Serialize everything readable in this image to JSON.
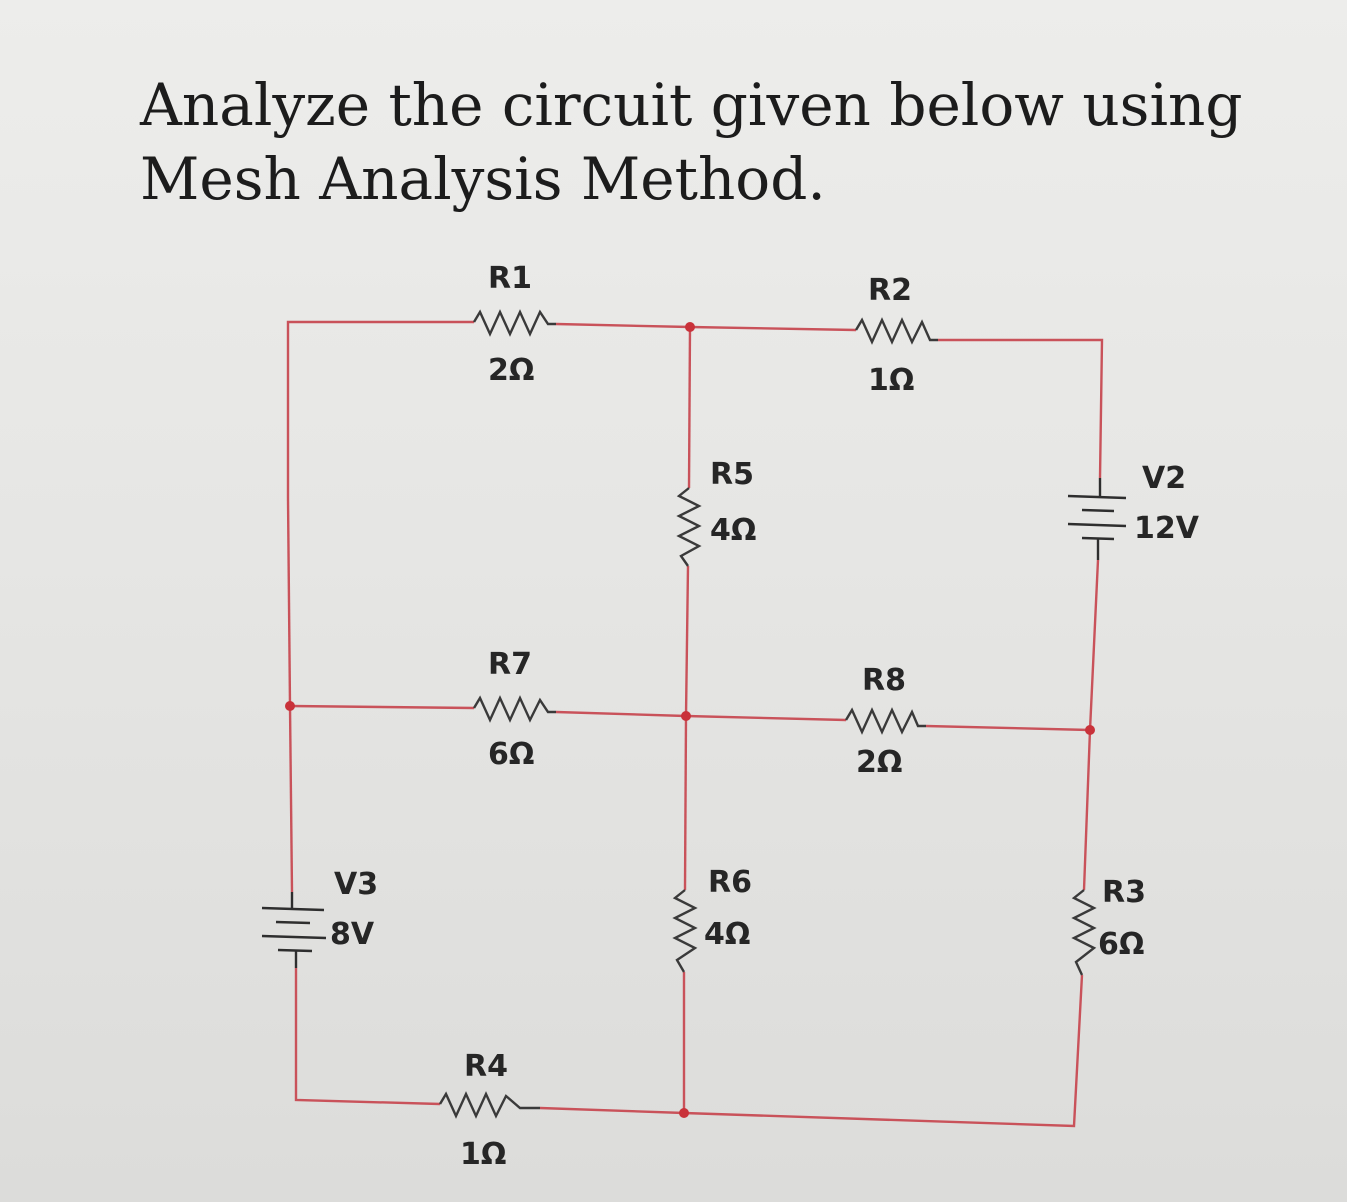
{
  "question": {
    "text": "Analyze the circuit given below using Mesh Analysis Method."
  },
  "circuit": {
    "components": [
      {
        "id": "R1",
        "name": "R1",
        "value": "2Ω"
      },
      {
        "id": "R2",
        "name": "R2",
        "value": "1Ω"
      },
      {
        "id": "R3",
        "name": "R3",
        "value": "6Ω"
      },
      {
        "id": "R4",
        "name": "R4",
        "value": "1Ω"
      },
      {
        "id": "R5",
        "name": "R5",
        "value": "4Ω"
      },
      {
        "id": "R6",
        "name": "R6",
        "value": "4Ω"
      },
      {
        "id": "R7",
        "name": "R7",
        "value": "6Ω"
      },
      {
        "id": "R8",
        "name": "R8",
        "value": "2Ω"
      },
      {
        "id": "V2",
        "name": "V2",
        "value": "12V"
      },
      {
        "id": "V3",
        "name": "V3",
        "value": "8V"
      }
    ],
    "colors": {
      "wire": "#c9525a",
      "node": "#c9323a",
      "component": "#3a3a3a"
    }
  }
}
